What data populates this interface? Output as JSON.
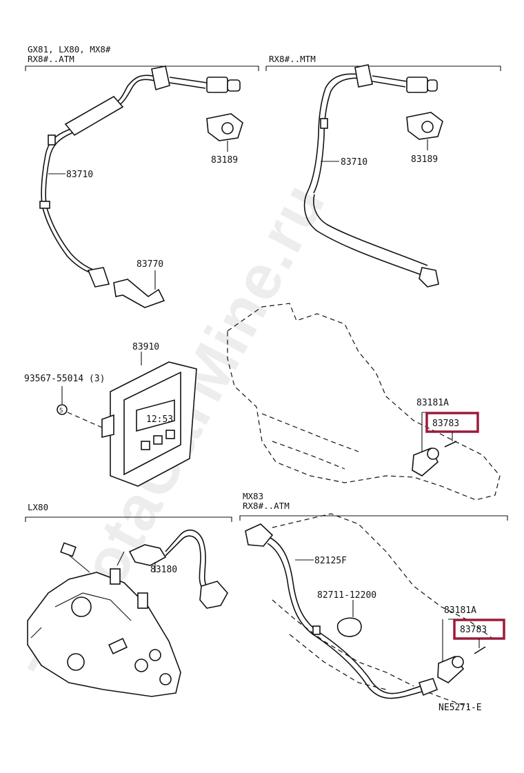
{
  "watermark": "ToyotaCarMine.ru",
  "diagram_code": "NE5271-E",
  "highlight_color": "#9b1b3a",
  "sections": {
    "top_left": {
      "header_line1": "GX81, LX80, MX8#",
      "header_line2": "RX8#..ATM"
    },
    "top_right": {
      "header_line1": "RX8#..MTM"
    },
    "bottom_left": {
      "header_line1": "LX80"
    },
    "bottom_right": {
      "header_line1": "MX83",
      "header_line2": "RX8#..ATM"
    }
  },
  "parts": {
    "p83710_left": "83710",
    "p83189_left": "83189",
    "p83770": "83770",
    "p83710_right": "83710",
    "p83189_right": "83189",
    "p83910": "83910",
    "p93567": "93567-55014 (3)",
    "p83181a_top": "83181A",
    "p83783_top": "83783",
    "p83180": "83180",
    "p82125f": "82125F",
    "p82711": "82711-12200",
    "p83181a_bottom": "83181A",
    "p83783_bottom": "83783"
  },
  "clock_display": "12:53"
}
